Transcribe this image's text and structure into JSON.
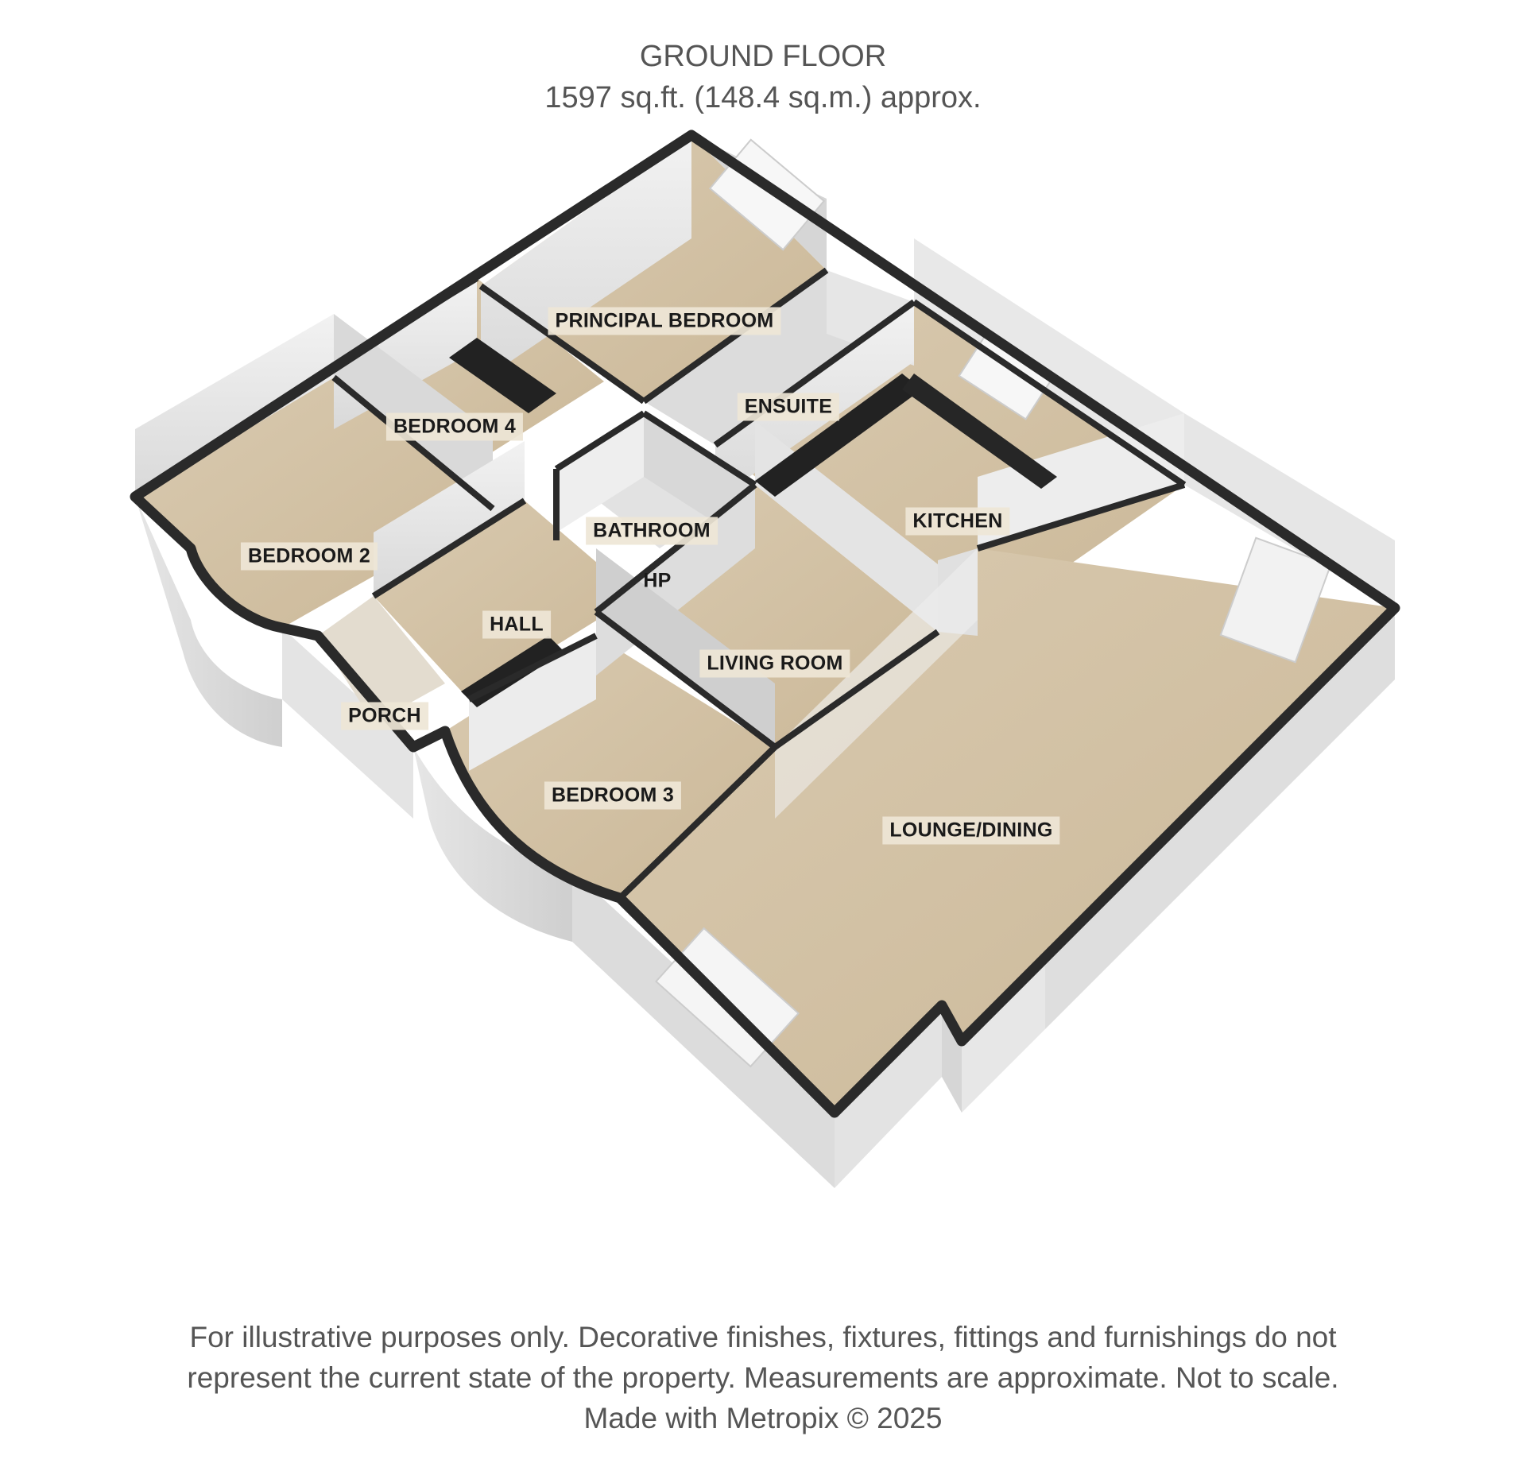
{
  "header": {
    "floor_name": "GROUND FLOOR",
    "area": "1597 sq.ft. (148.4 sq.m.) approx."
  },
  "rooms": {
    "principal_bedroom": "PRINCIPAL BEDROOM",
    "ensuite": "ENSUITE",
    "bedroom_4": "BEDROOM 4",
    "kitchen": "KITCHEN",
    "bathroom": "BATHROOM",
    "bedroom_2": "BEDROOM 2",
    "hp": "HP",
    "hall": "HALL",
    "living_room": "LIVING ROOM",
    "porch": "PORCH",
    "bedroom_3": "BEDROOM 3",
    "lounge_dining": "LOUNGE/DINING"
  },
  "footer": {
    "line1": "For illustrative purposes only. Decorative finishes, fixtures, fittings and furnishings do not",
    "line2": "represent the current state of the property. Measurements are approximate. Not to scale.",
    "credit": "Made with Metropix © 2025"
  },
  "colors": {
    "floor": "#d8c8ae",
    "wall_face": "#ececec",
    "wall_shadow": "#d2d2d2",
    "wall_top": "#2a2a2a",
    "worktop": "#222222",
    "text": "#555555"
  }
}
